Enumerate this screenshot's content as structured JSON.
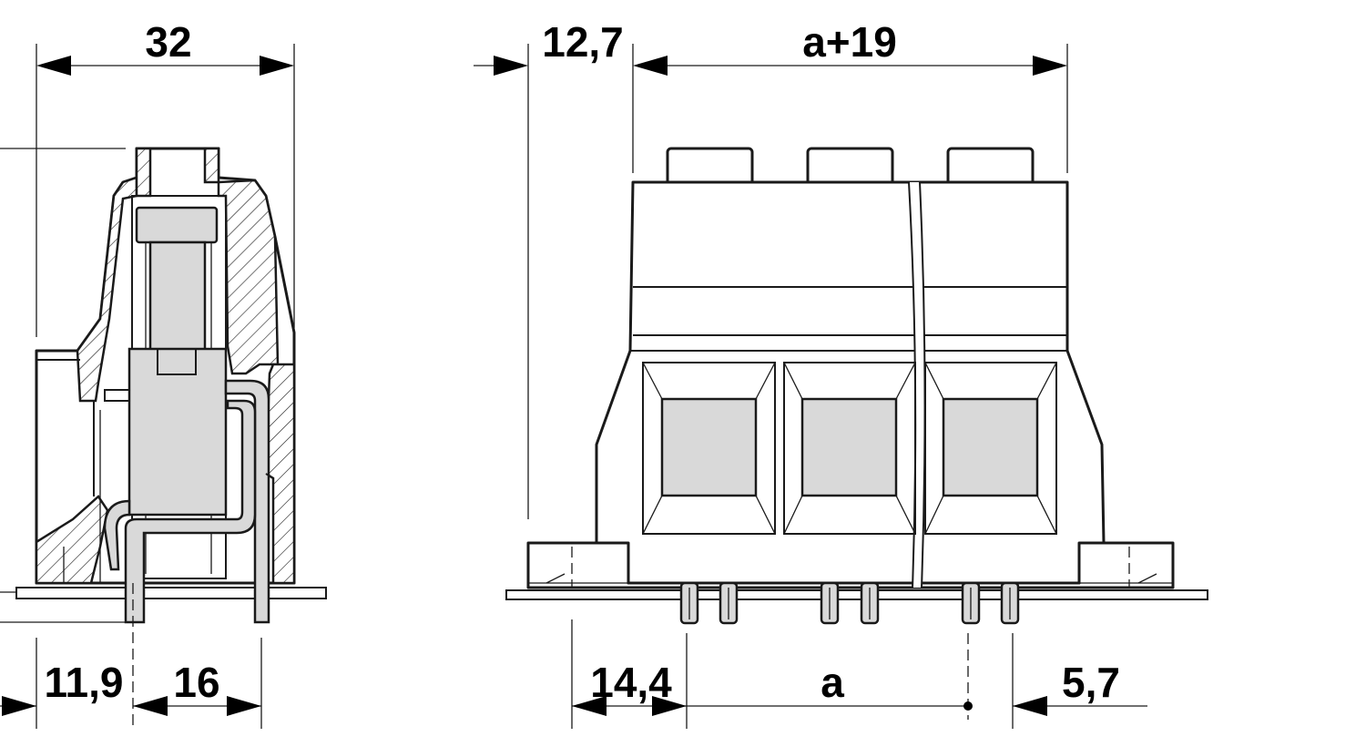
{
  "drawing": {
    "side_view": {
      "dimensions": {
        "overall_width": "32",
        "left_offset": "11,9",
        "pin_spacing": "16"
      }
    },
    "front_view": {
      "dimensions": {
        "left_margin_top": "12,7",
        "overall_length": "a+19",
        "left_margin_bottom": "14,4",
        "pitch": "a",
        "right_margin_bottom": "5,7"
      }
    }
  }
}
